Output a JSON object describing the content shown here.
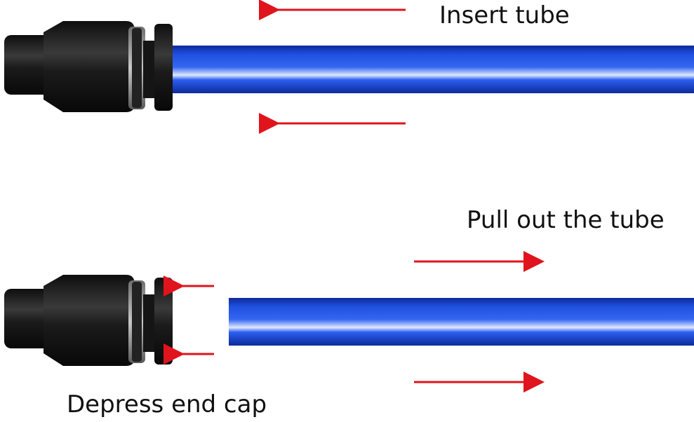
{
  "diagram": {
    "colors": {
      "arrow": "#e0141c",
      "tube": "#1f4fe0",
      "tube_dark": "#0d2b9a",
      "tube_highlight": "#dfe8ff",
      "fitting": "#1b1b1b",
      "fitting_highlight": "#4a4a4a",
      "collet_ring": "#9a9a9a"
    },
    "steps": [
      {
        "name": "insert",
        "caption": "Insert tube",
        "arrow_direction": "left"
      },
      {
        "name": "release",
        "caption": "Pull out the tube",
        "cap_caption": "Depress end cap",
        "arrow_direction": "right",
        "cap_arrow_direction": "left"
      }
    ]
  }
}
